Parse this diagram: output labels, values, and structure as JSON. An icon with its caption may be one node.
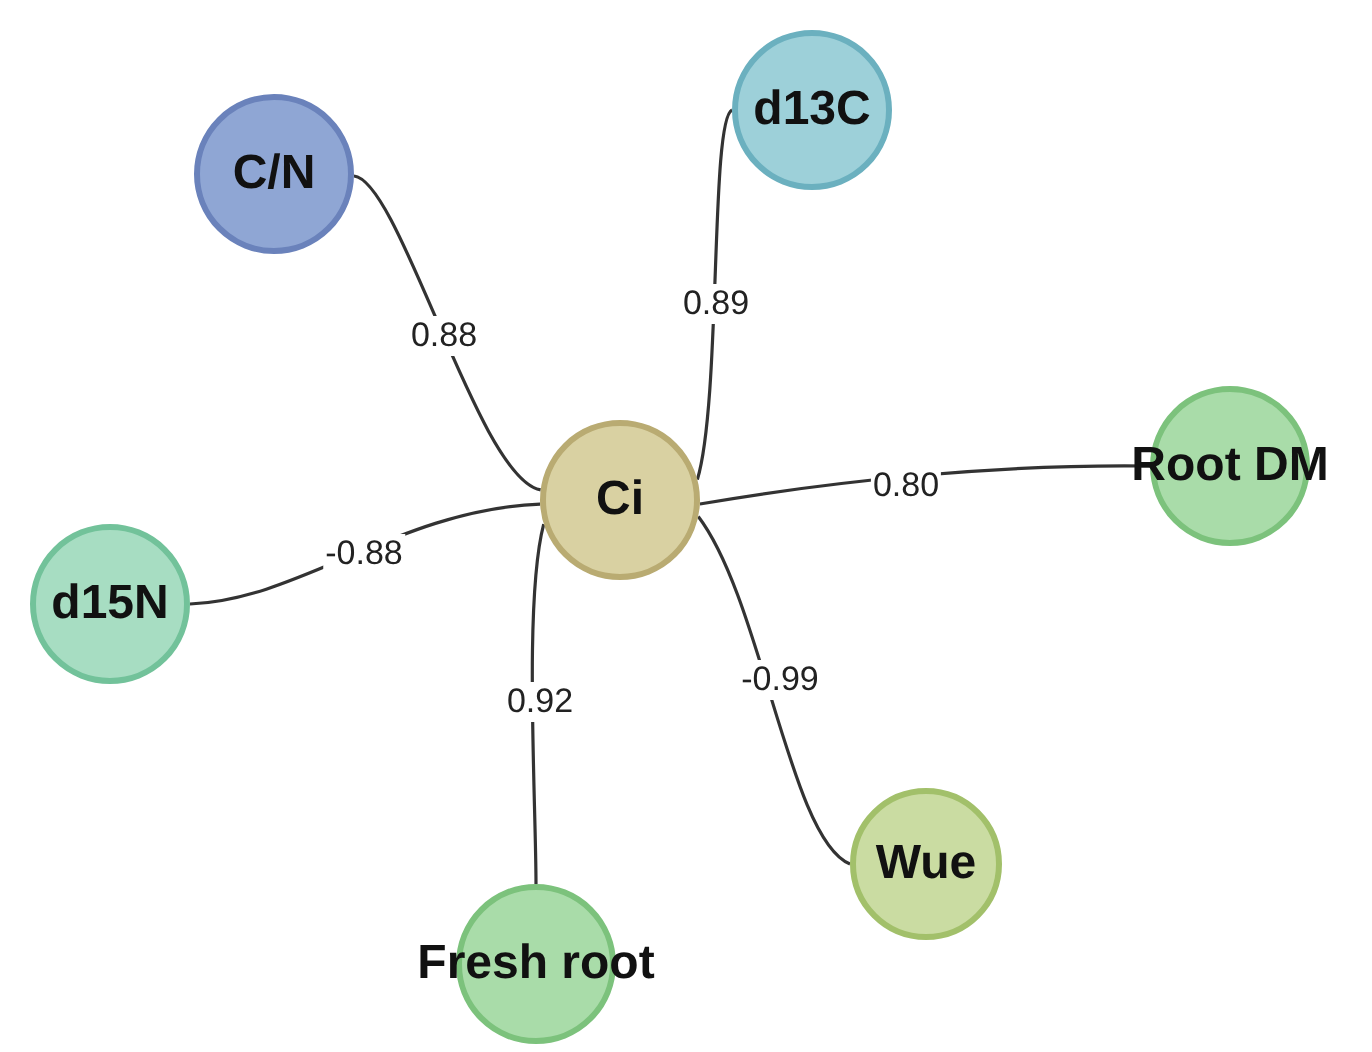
{
  "diagram": {
    "nodes": [
      {
        "text": [
          "Ci"
        ]
      },
      {
        "text": [
          "C/N"
        ]
      },
      {
        "text": [
          "d13C"
        ]
      },
      {
        "text": [
          "Root DM"
        ]
      },
      {
        "text": [
          "d15N"
        ]
      },
      {
        "text": [
          "Fresh root"
        ]
      },
      {
        "text": [
          "Wue"
        ]
      }
    ],
    "edges": [
      {
        "from": 0,
        "to": 1,
        "arrow": "none",
        "label": "0.88"
      },
      {
        "from": 0,
        "to": 2,
        "arrow": "none",
        "label": "0.89"
      },
      {
        "from": 0,
        "to": 3,
        "arrow": "none",
        "label": "0.80"
      },
      {
        "from": 0,
        "to": 4,
        "arrow": "none",
        "label": "-0.88"
      },
      {
        "from": 0,
        "to": 5,
        "arrow": "none",
        "label": "0.92"
      },
      {
        "from": 0,
        "to": 6,
        "arrow": "none",
        "label": "-0.99"
      }
    ]
  }
}
